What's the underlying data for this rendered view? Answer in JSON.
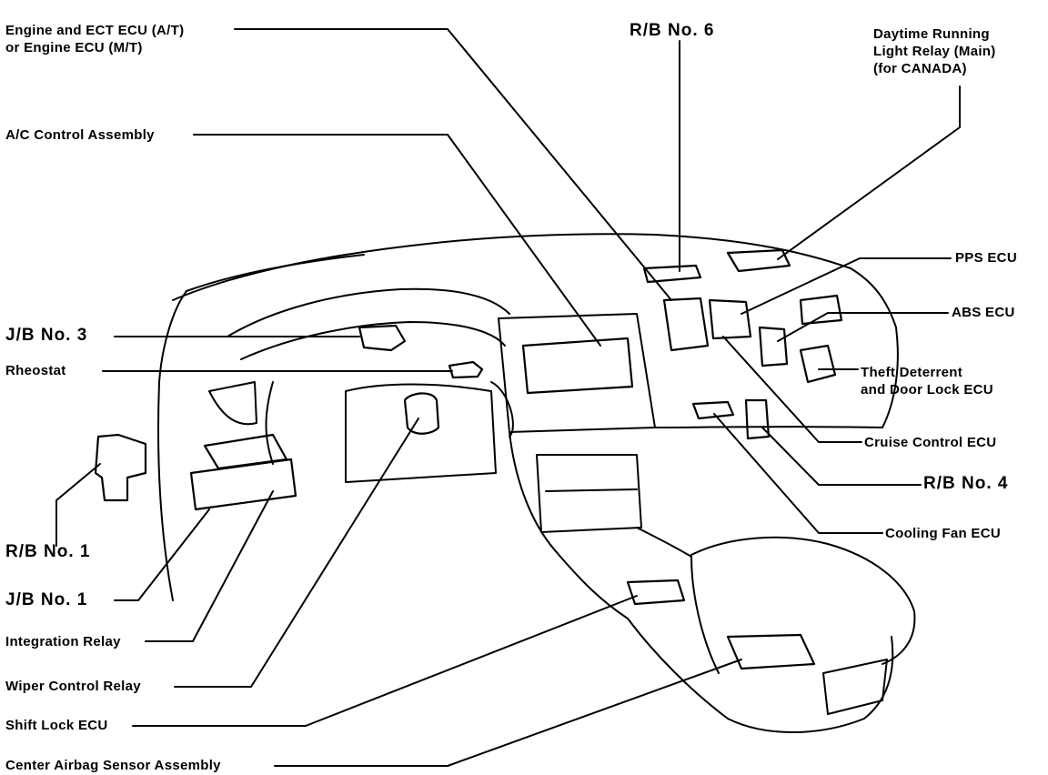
{
  "labels": {
    "engine_ecu": "Engine and ECT ECU (A/T)\nor Engine ECU (M/T)",
    "ac_control": "A/C Control Assembly",
    "jb3": "J/B No. 3",
    "rheostat": "Rheostat",
    "rb1": "R/B No. 1",
    "jb1": "J/B No. 1",
    "integration_relay": "Integration Relay",
    "wiper_relay": "Wiper Control Relay",
    "shift_lock": "Shift Lock ECU",
    "airbag_sensor": "Center Airbag Sensor Assembly",
    "rb6": "R/B No. 6",
    "drl_relay": "Daytime Running\nLight Relay (Main)\n(for CANADA)",
    "pps_ecu": "PPS ECU",
    "abs_ecu": "ABS ECU",
    "theft_ecu": "Theft Deterrent\nand Door Lock ECU",
    "cruise_ecu": "Cruise Control ECU",
    "rb4": "R/B No. 4",
    "cooling_fan": "Cooling Fan ECU"
  },
  "colors": {
    "ink": "#000000",
    "paper": "#ffffff"
  }
}
